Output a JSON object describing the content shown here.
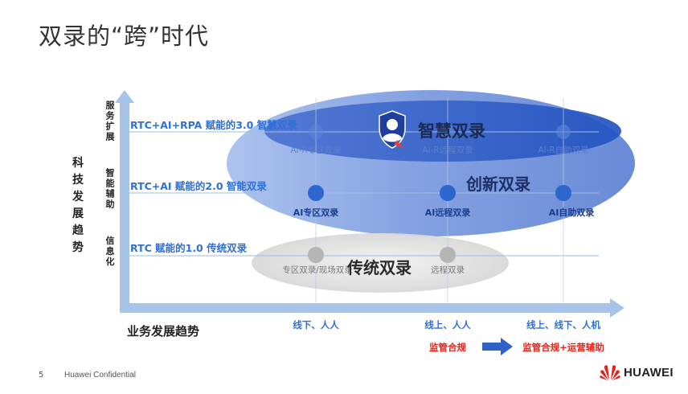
{
  "title": "双录的“跨”时代",
  "y_axis": {
    "title": "科技发展趋势",
    "levels": [
      "服务扩展",
      "智能辅助",
      "信息化"
    ]
  },
  "x_axis": {
    "title": "业务发展趋势",
    "categories": [
      "线下、人人",
      "线上、人人",
      "线上、线下、人机"
    ]
  },
  "rows": [
    {
      "label": "RTC+AI+RPA 赋能的3.0 智慧双录",
      "nodes": [
        "AI-R专区双录",
        "AI-R远程双录",
        "AI-R自助双录"
      ]
    },
    {
      "label": "RTC+AI 赋能的2.0 智能双录",
      "nodes": [
        "AI专区双录",
        "AI远程双录",
        "AI自助双录"
      ]
    },
    {
      "label": "RTC 赋能的1.0 传统双录",
      "nodes": [
        "专区双录/现场双录",
        "远程双录"
      ]
    }
  ],
  "zones": {
    "wisdom": "智慧双录",
    "innovation": "创新双录",
    "traditional": "传统双录"
  },
  "compliance": {
    "from": "监管合规",
    "to": "监管合规+运营辅助"
  },
  "footer": {
    "page_number": "5",
    "confidential": "Huawei Confidential",
    "brand": "HUAWEI"
  },
  "colors": {
    "primary_blue": "#2f62c9",
    "dot_blue": "#2e66cf",
    "label_blue": "#2f6fd6",
    "red": "#e1251b",
    "axis": "#a8c3e8"
  },
  "icons": [
    "shield-person-icon",
    "huawei-logo-icon"
  ]
}
